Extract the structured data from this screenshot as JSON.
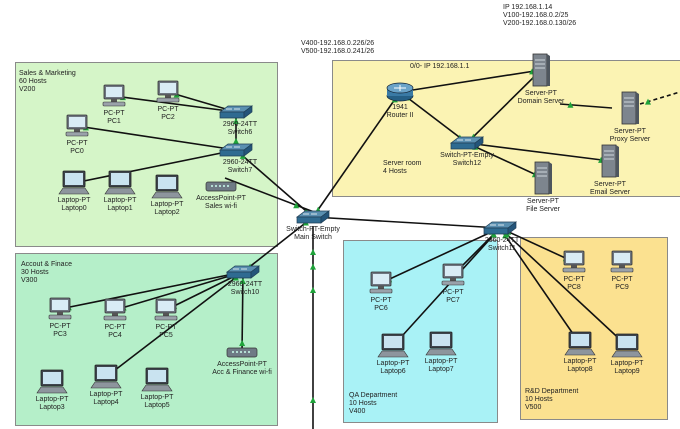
{
  "zones": {
    "sales": {
      "lines": [
        "Sales & Marketing",
        "60 Hosts",
        "V200"
      ]
    },
    "accounts": {
      "lines": [
        "Accout & Finace",
        "30 Hosts",
        "V300"
      ]
    },
    "server_room": {
      "lines": [
        "Server room",
        "4 Hosts"
      ]
    },
    "qa": {
      "lines": [
        "QA Department",
        "10 Hosts",
        "V400"
      ]
    },
    "rd": {
      "lines": [
        "R&D Department",
        "10 Hosts",
        "V500"
      ]
    }
  },
  "notes": {
    "router_vlans": [
      "V400-192.168.0.226/26",
      "V500-192.168.0.241/26"
    ],
    "router_ip": "0/0- IP  192.168.1.1",
    "server_vlans": [
      "IP 192.168.1.14",
      "V100-192.168.0.2/25",
      "V200-192.168.0.130/26"
    ]
  },
  "devices": {
    "pc0": [
      "PC-PT",
      "PC0"
    ],
    "pc1": [
      "PC-PT",
      "PC1"
    ],
    "pc2": [
      "PC-PT",
      "PC2"
    ],
    "switch6": [
      "2960-24TT",
      "Switch6"
    ],
    "switch7": [
      "2960-24TT",
      "Switch7"
    ],
    "laptop0": [
      "Laptop-PT",
      "Laptop0"
    ],
    "laptop1": [
      "Laptop-PT",
      "Laptop1"
    ],
    "laptop2": [
      "Laptop-PT",
      "Laptop2"
    ],
    "ap_sales": [
      "AccessPoint-PT",
      "Sales wi-fi"
    ],
    "main_switch": [
      "Switch-PT-Empty",
      "Main Switch"
    ],
    "router": [
      "1941",
      "Router II"
    ],
    "switch12": [
      "Switch-PT-Empty",
      "Switch12"
    ],
    "domain_server": [
      "Server-PT",
      "Domain Server"
    ],
    "proxy_server": [
      "Server-PT",
      "Proxy Server"
    ],
    "email_server": [
      "Server-PT",
      "Email Server"
    ],
    "file_server": [
      "Server-PT",
      "File Server"
    ],
    "switch10": [
      "2960-24TT",
      "Switch10"
    ],
    "pc3": [
      "PC-PT",
      "PC3"
    ],
    "pc4": [
      "PC-PT",
      "PC4"
    ],
    "pc5": [
      "PC-PT",
      "PC5"
    ],
    "ap_acct": [
      "AccessPoint-PT",
      "Acc & Finance wi-fi"
    ],
    "laptop3": [
      "Laptop-PT",
      "Laptop3"
    ],
    "laptop4": [
      "Laptop-PT",
      "Laptop4"
    ],
    "laptop5": [
      "Laptop-PT",
      "Laptop5"
    ],
    "switch11": [
      "2960-24TT",
      "Switch11"
    ],
    "pc6": [
      "PC-PT",
      "PC6"
    ],
    "pc7": [
      "PC-PT",
      "PC7"
    ],
    "laptop6": [
      "Laptop-PT",
      "Laptop6"
    ],
    "laptop7": [
      "Laptop-PT",
      "Laptop7"
    ],
    "pc8": [
      "PC-PT",
      "PC8"
    ],
    "pc9": [
      "PC-PT",
      "PC9"
    ],
    "laptop8": [
      "Laptop-PT",
      "Laptop8"
    ],
    "laptop9": [
      "Laptop-PT",
      "Laptop9"
    ]
  },
  "colors": {
    "link": "#111111",
    "link_up": "#1fa33a"
  }
}
